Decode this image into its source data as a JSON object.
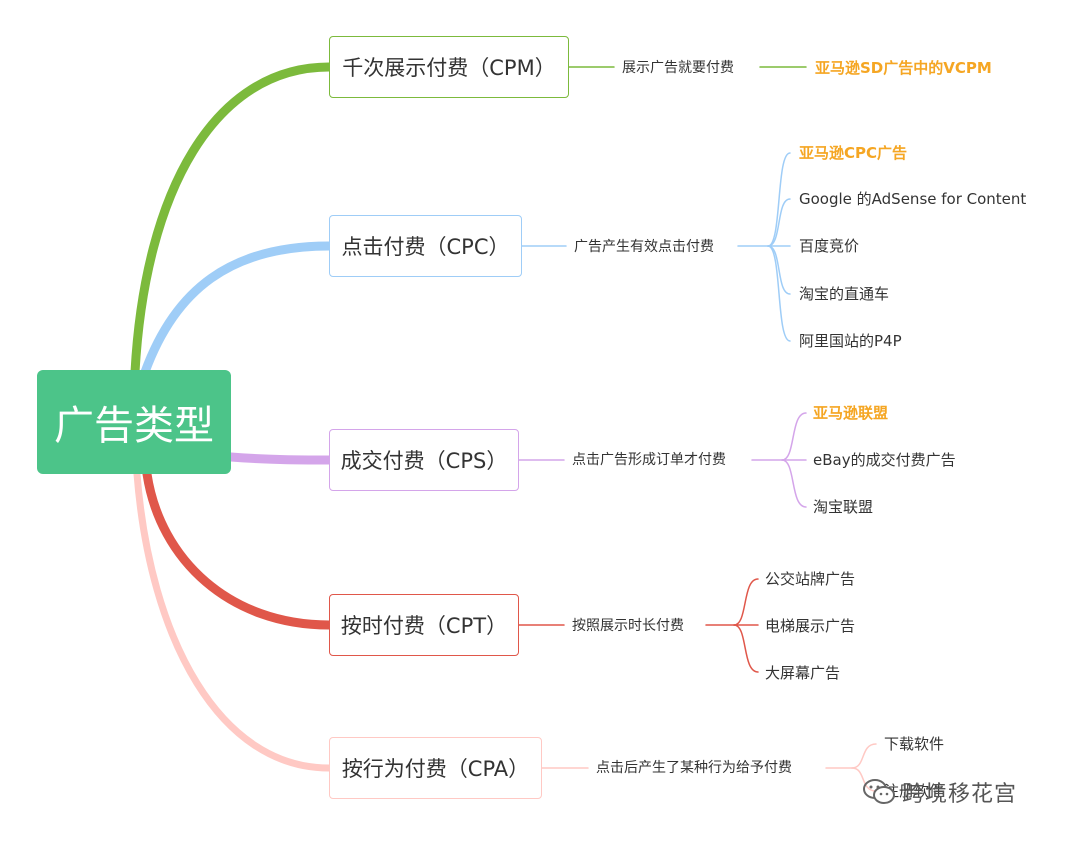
{
  "root": {
    "label": "广告类型",
    "color": "#4cc489"
  },
  "branches": [
    {
      "label": "千次展示付费（CPM）",
      "color": "#7cba3c",
      "desc": "展示广告就要付费",
      "leaves": [
        {
          "text": "亚马逊SD广告中的VCPM",
          "highlight": true
        }
      ]
    },
    {
      "label": "点击付费（CPC）",
      "color": "#9fcdf7",
      "desc": "广告产生有效点击付费",
      "leaves": [
        {
          "text": "亚马逊CPC广告",
          "highlight": true
        },
        {
          "text": "Google 的AdSense for Content",
          "highlight": false
        },
        {
          "text": "百度竞价",
          "highlight": false
        },
        {
          "text": "淘宝的直通车",
          "highlight": false
        },
        {
          "text": "阿里国站的P4P",
          "highlight": false
        }
      ]
    },
    {
      "label": "成交付费（CPS）",
      "color": "#d4a5ea",
      "desc": "点击广告形成订单才付费",
      "leaves": [
        {
          "text": "亚马逊联盟",
          "highlight": true
        },
        {
          "text": "eBay的成交付费广告",
          "highlight": false
        },
        {
          "text": "淘宝联盟",
          "highlight": false
        }
      ]
    },
    {
      "label": "按时付费（CPT）",
      "color": "#e0574a",
      "desc": "按照展示时长付费",
      "leaves": [
        {
          "text": "公交站牌广告",
          "highlight": false
        },
        {
          "text": "电梯展示广告",
          "highlight": false
        },
        {
          "text": "大屏幕广告",
          "highlight": false
        }
      ]
    },
    {
      "label": "按行为付费（CPA）",
      "color": "#ffc9c4",
      "desc": "点击后产生了某种行为给予付费",
      "leaves": [
        {
          "text": "下载软件",
          "highlight": false
        },
        {
          "text": "注册软件",
          "highlight": false
        }
      ]
    }
  ],
  "watermark": {
    "text": "跨境移花宫",
    "icon": "wechat-icon"
  },
  "highlight_color": "#f5a623"
}
